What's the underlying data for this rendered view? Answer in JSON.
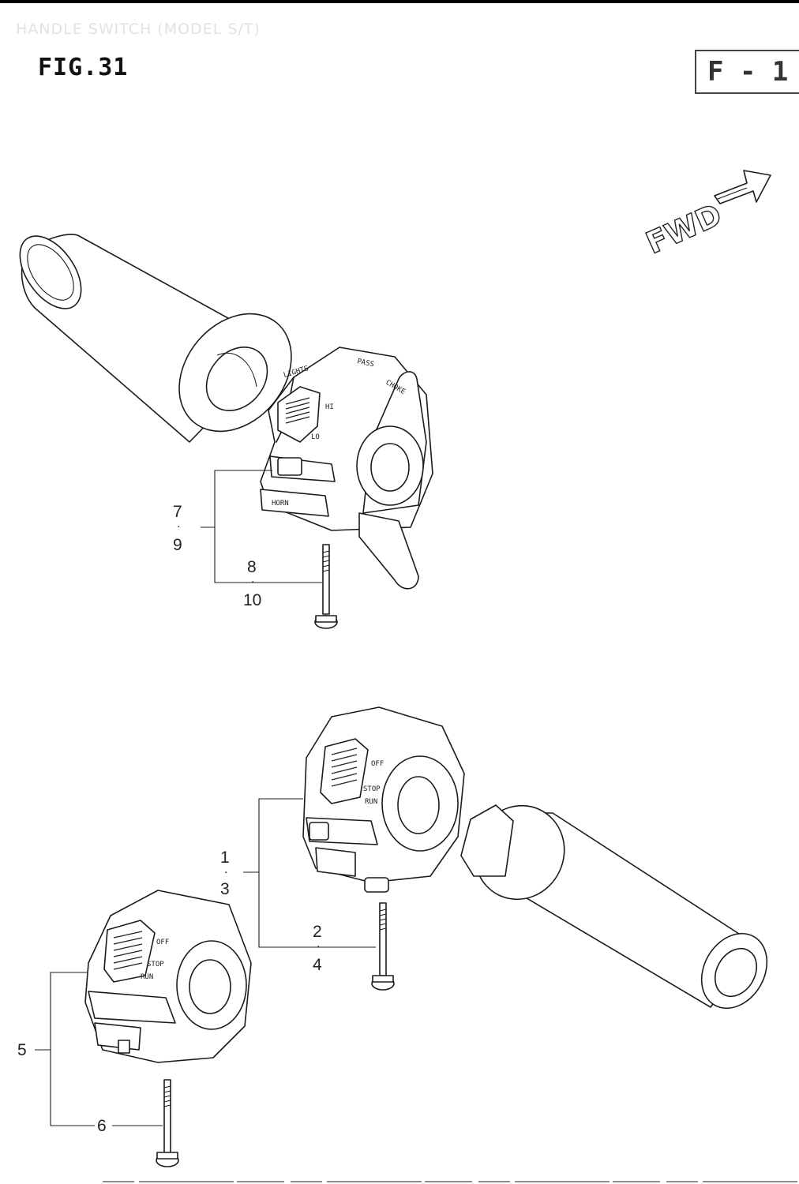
{
  "header": {
    "ghost_title": "HANDLE SWITCH (MODEL S/T)",
    "figure": "FIG.31",
    "ref_code": "F - 1"
  },
  "direction": {
    "label": "FWD",
    "icon": "forward-arrow-icon"
  },
  "left_switch": {
    "labels": {
      "lights": "LIGHTS",
      "pass": "PASS",
      "choke": "CHOKE",
      "hi": "HI",
      "lo": "LO",
      "horn": "HORN"
    }
  },
  "right_switch": {
    "labels": {
      "off": "OFF",
      "run": "RUN",
      "stop": "STOP"
    }
  },
  "callouts": {
    "c7": "7",
    "c9": "9",
    "c8": "8",
    "c10": "10",
    "c1": "1",
    "c3": "3",
    "c2": "2",
    "c4": "4",
    "c5": "5",
    "c6": "6",
    "sep": "."
  }
}
